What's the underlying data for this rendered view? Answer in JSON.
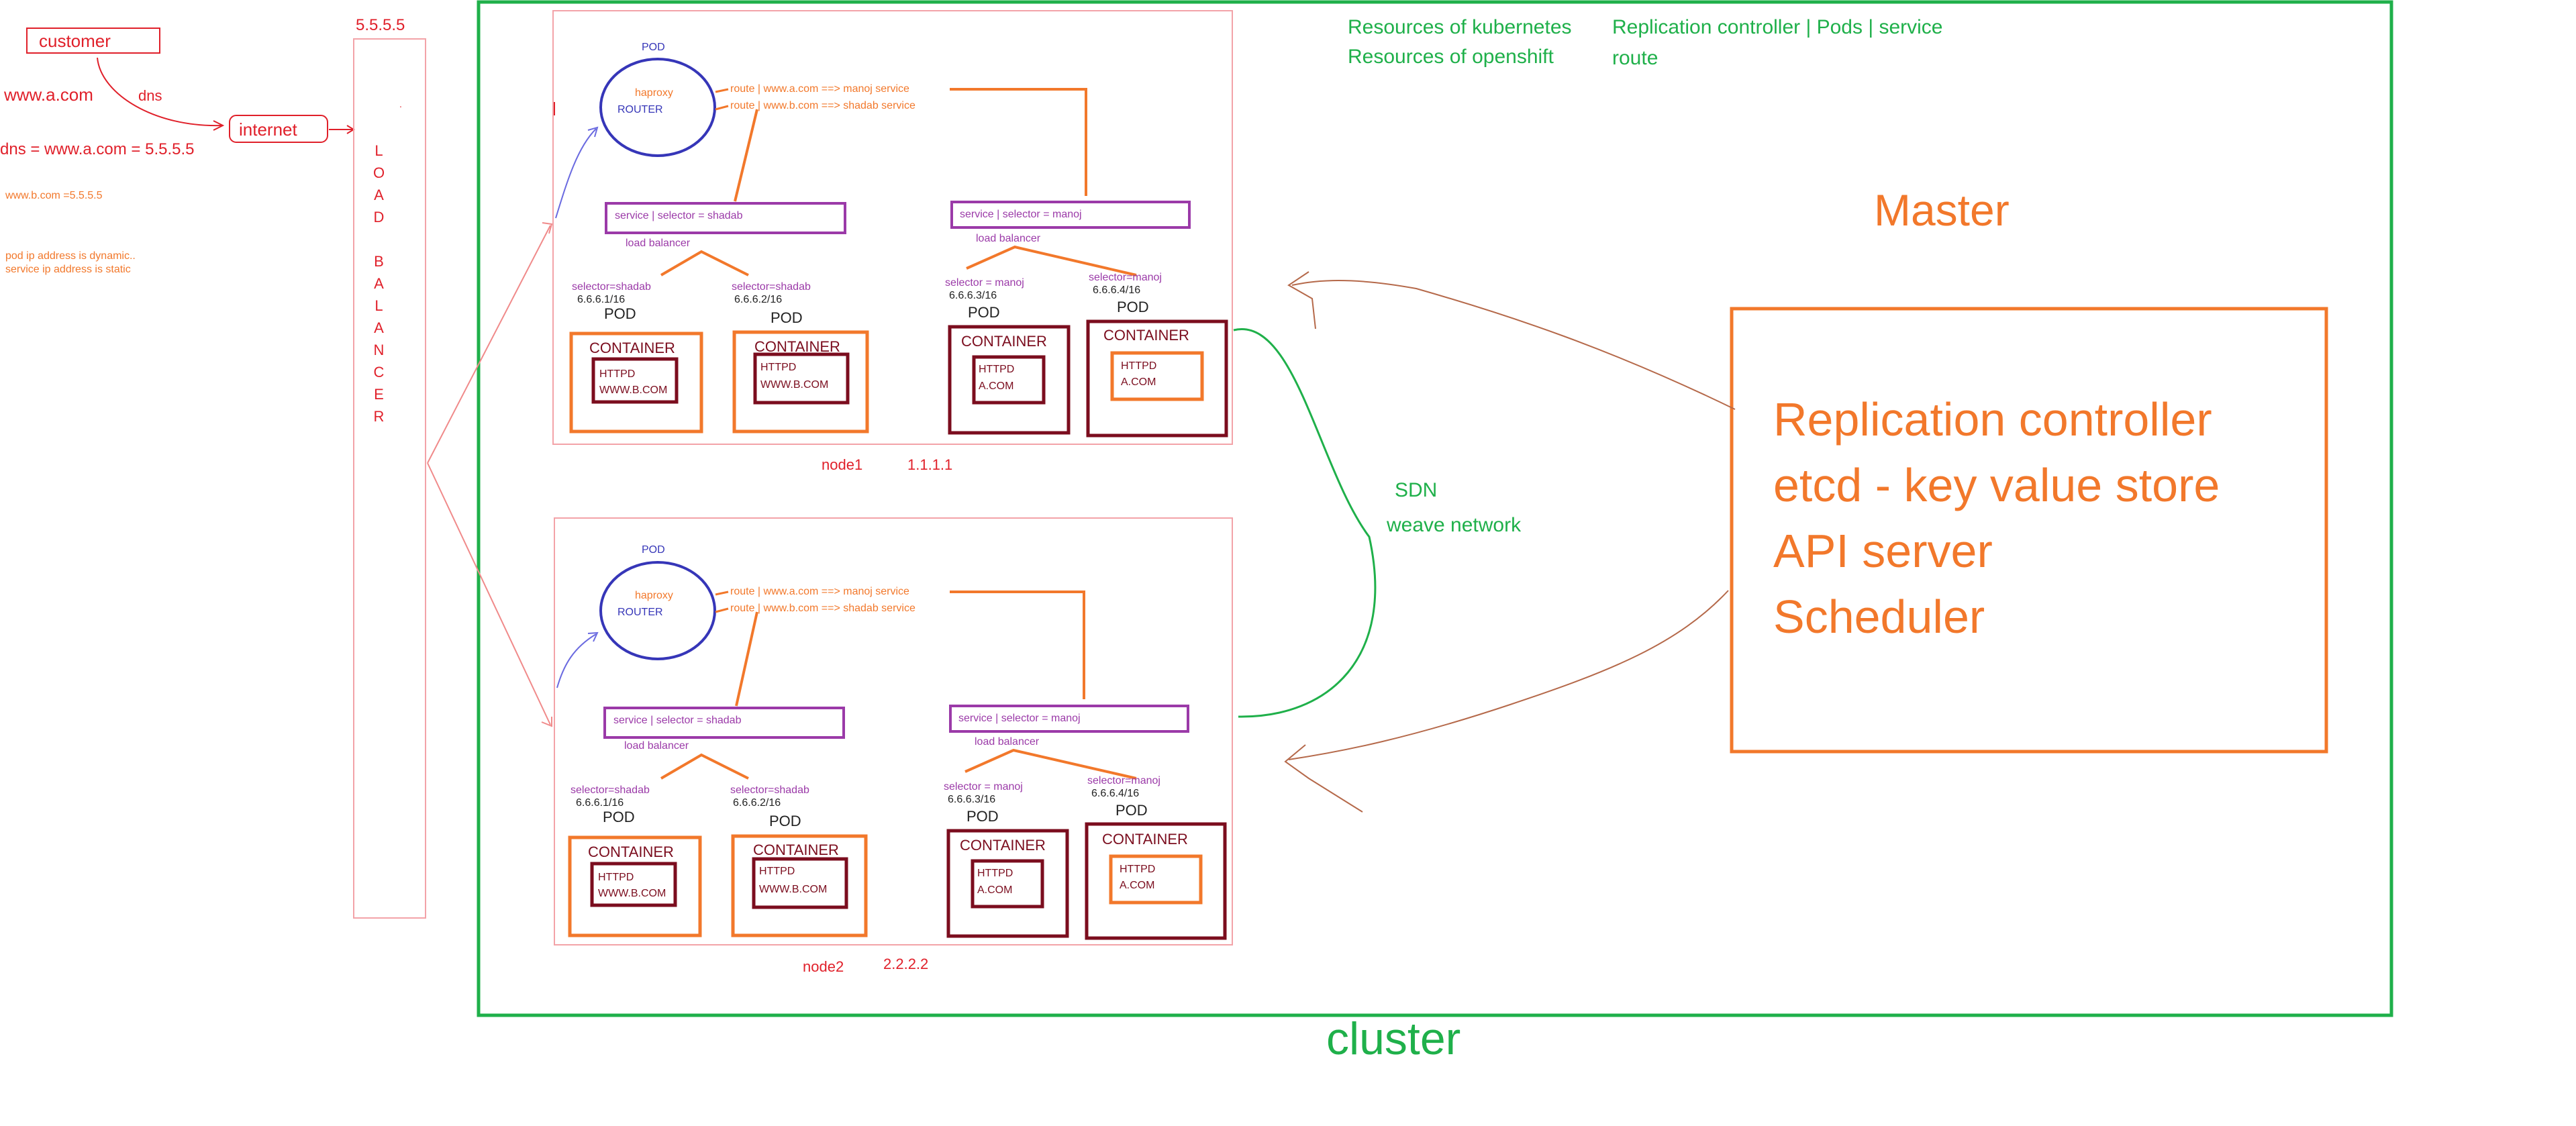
{
  "customer": {
    "label": "customer",
    "www": "www.a.com",
    "dns": "dns",
    "internet": "internet",
    "dns_entry": "dns = www.a.com =  5.5.5.5",
    "www_b": "www.b.com  =5.5.5.5",
    "note1": "pod ip address is dynamic..",
    "note2": "service ip address is static"
  },
  "load_balancer": {
    "ip": "5.5.5.5",
    "dot": ".",
    "letters": [
      "L",
      "O",
      "A",
      "D",
      "",
      "B",
      "A",
      "L",
      "A",
      "N",
      "C",
      "E",
      "R"
    ]
  },
  "resources": {
    "k8s_label": "Resources of kubernetes",
    "k8s_items": "Replication controller  | Pods |  service",
    "os_label": "Resources of openshift",
    "os_items": "route"
  },
  "master": {
    "title": "Master",
    "components": [
      "Replication controller",
      "etcd - key value store",
      "API server",
      "Scheduler"
    ]
  },
  "network": {
    "sdn": "SDN",
    "weave": "weave network"
  },
  "cluster": {
    "label": "cluster"
  },
  "nodes": [
    {
      "name": "node1",
      "ip": "1.1.1.1",
      "router": {
        "pod": "POD",
        "haproxy": "haproxy",
        "router": "ROUTER"
      },
      "routes": [
        "route | www.a.com ==>  manoj service",
        "route | www.b.com ==>  shadab service"
      ],
      "services": [
        "service  |  selector  = shadab",
        "service  |   selector = manoj"
      ],
      "load_balancer": "load balancer",
      "pods": [
        {
          "selector": "selector=shadab",
          "ip": "6.6.6.1/16",
          "pod": "POD",
          "container": "CONTAINER",
          "app": [
            "HTTPD",
            "WWW.B.COM"
          ]
        },
        {
          "selector": "selector=shadab",
          "ip": "6.6.6.2/16",
          "pod": "POD",
          "container": "CONTAINER",
          "app": [
            "HTTPD",
            "WWW.B.COM"
          ]
        },
        {
          "selector": "selector = manoj",
          "ip": "6.6.6.3/16",
          "pod": "POD",
          "container": "CONTAINER",
          "app": [
            "HTTPD",
            "A.COM"
          ]
        },
        {
          "selector": "selector=manoj",
          "ip": "6.6.6.4/16",
          "pod": "POD",
          "container": "CONTAINER",
          "app": [
            "HTTPD",
            "A.COM"
          ]
        }
      ]
    },
    {
      "name": "node2",
      "ip": "2.2.2.2",
      "router": {
        "pod": "POD",
        "haproxy": "haproxy",
        "router": "ROUTER"
      },
      "routes": [
        "route | www.a.com ==>  manoj service",
        "route | www.b.com ==>  shadab service"
      ],
      "services": [
        "service  |  selector  = shadab",
        "service  |   selector = manoj"
      ],
      "load_balancer": "load balancer",
      "pods": [
        {
          "selector": "selector=shadab",
          "ip": "6.6.6.1/16",
          "pod": "POD",
          "container": "CONTAINER",
          "app": [
            "HTTPD",
            "WWW.B.COM"
          ]
        },
        {
          "selector": "selector=shadab",
          "ip": "6.6.6.2/16",
          "pod": "POD",
          "container": "CONTAINER",
          "app": [
            "HTTPD",
            "WWW.B.COM"
          ]
        },
        {
          "selector": "selector = manoj",
          "ip": "6.6.6.3/16",
          "pod": "POD",
          "container": "CONTAINER",
          "app": [
            "HTTPD",
            "A.COM"
          ]
        },
        {
          "selector": "selector=manoj",
          "ip": "6.6.6.4/16",
          "pod": "POD",
          "container": "CONTAINER",
          "app": [
            "HTTPD",
            "A.COM"
          ]
        }
      ]
    }
  ],
  "colors": {
    "red": "#e0202a",
    "dark_red": "#7b0d1e",
    "orange": "#f2782b",
    "green": "#1fb04a",
    "purple": "#9b3aa8",
    "blue": "#3636b8",
    "brown": "#b5694a",
    "pink_border": "#f3a3a8"
  }
}
